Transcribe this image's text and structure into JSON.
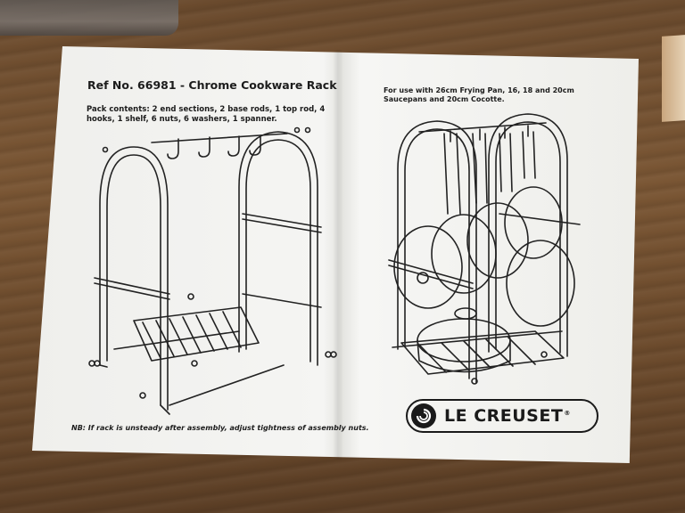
{
  "instruction_sheet": {
    "title": "Ref No. 66981 - Chrome Cookware Rack",
    "pack_contents": "Pack contents: 2 end sections, 2 base rods, 1 top rod, 4 hooks, 1 shelf, 6 nuts, 6 washers, 1 spanner.",
    "use_note": "For use with 26cm Frying Pan, 16, 18 and 20cm Saucepans and 20cm Cocotte.",
    "nb_note": "NB: If rack is unsteady after assembly, adjust tightness of assembly nuts.",
    "brand": "LE CREUSET",
    "brand_mark": "®"
  },
  "icons": {
    "logo": "le-creuset-logo-icon"
  }
}
